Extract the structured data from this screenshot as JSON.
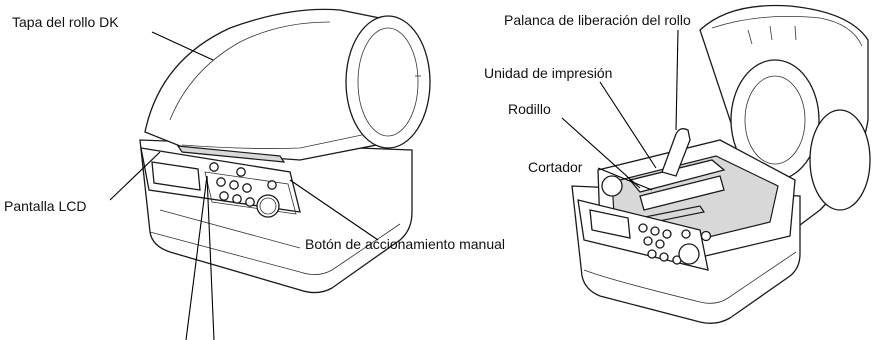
{
  "labels": {
    "dk_roll_cover": "Tapa del rollo DK",
    "lcd_display": "Pantalla LCD",
    "manual_feed_button": "Botón de accionamiento manual",
    "roll_release_lever": "Palanca de liberación del rollo",
    "print_unit": "Unidad de impresión",
    "roller": "Rodillo",
    "cutter": "Cortador"
  }
}
